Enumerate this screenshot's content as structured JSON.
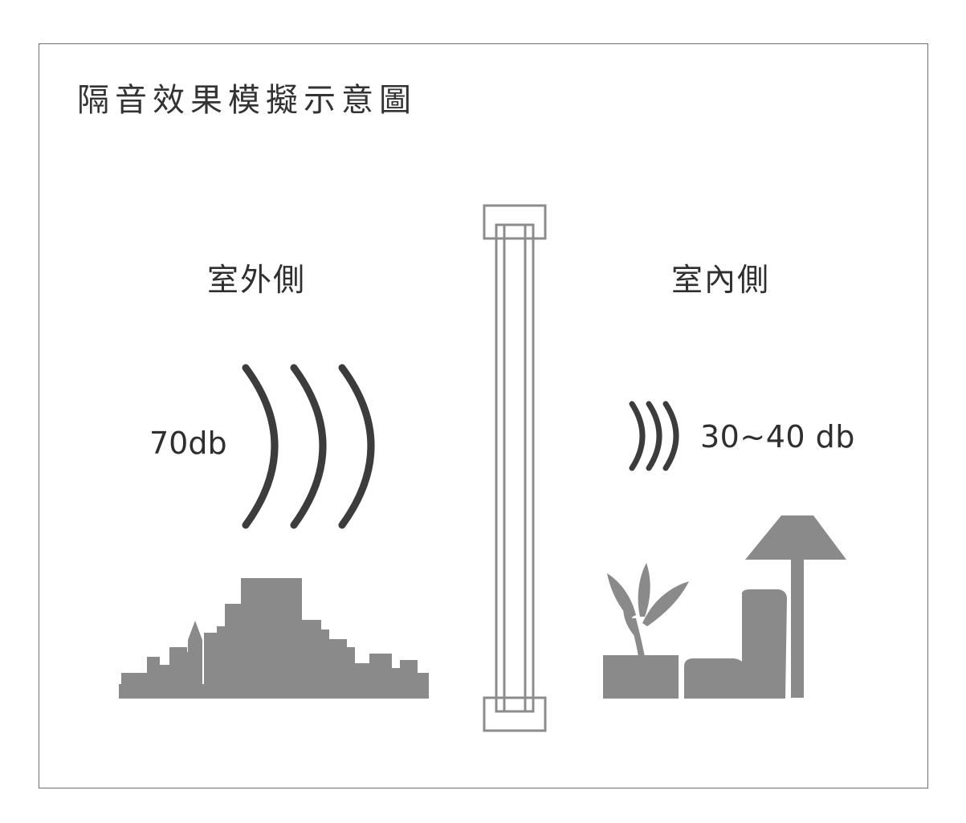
{
  "title": "隔音效果模擬示意圖",
  "outdoor": {
    "label": "室外側",
    "level": "70db"
  },
  "indoor": {
    "label": "室內側",
    "level": "30~40 db"
  },
  "colors": {
    "wave": "#3c3c3c",
    "silhouette": "#8a8a8a",
    "window_frame": "#8c8c8c",
    "border": "#6f6f6f"
  }
}
